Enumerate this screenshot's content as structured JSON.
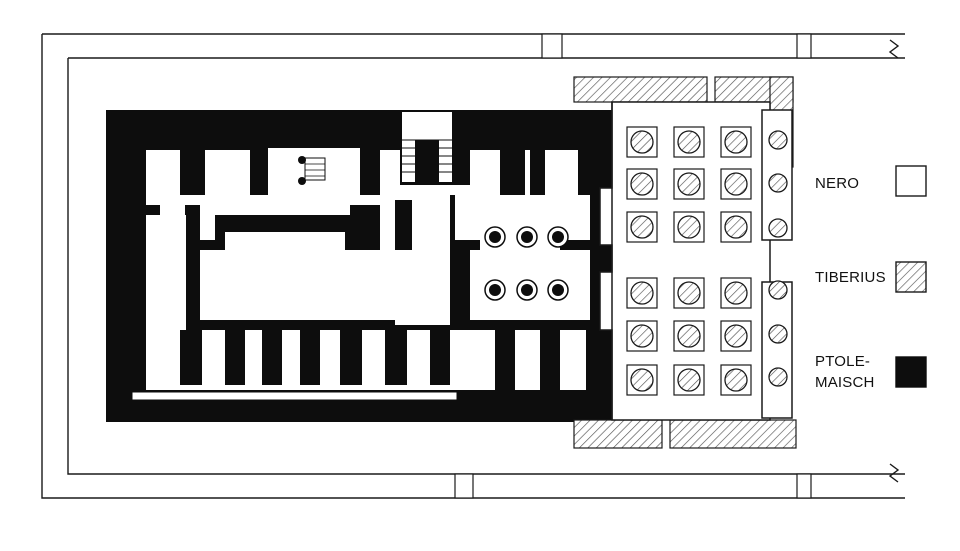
{
  "legend": {
    "items": [
      {
        "label": "NERO",
        "pattern": "solid-white",
        "color": "#ffffff"
      },
      {
        "label": "TIBERIUS",
        "pattern": "hatched",
        "color": "#555555"
      },
      {
        "label": "PTOLE-",
        "label_line2": "MAISCH",
        "pattern": "solid-black",
        "color": "#0d0d0d"
      }
    ]
  },
  "colors": {
    "ink": "#0d0d0d",
    "paper": "#ffffff",
    "hatch": "#555555"
  }
}
